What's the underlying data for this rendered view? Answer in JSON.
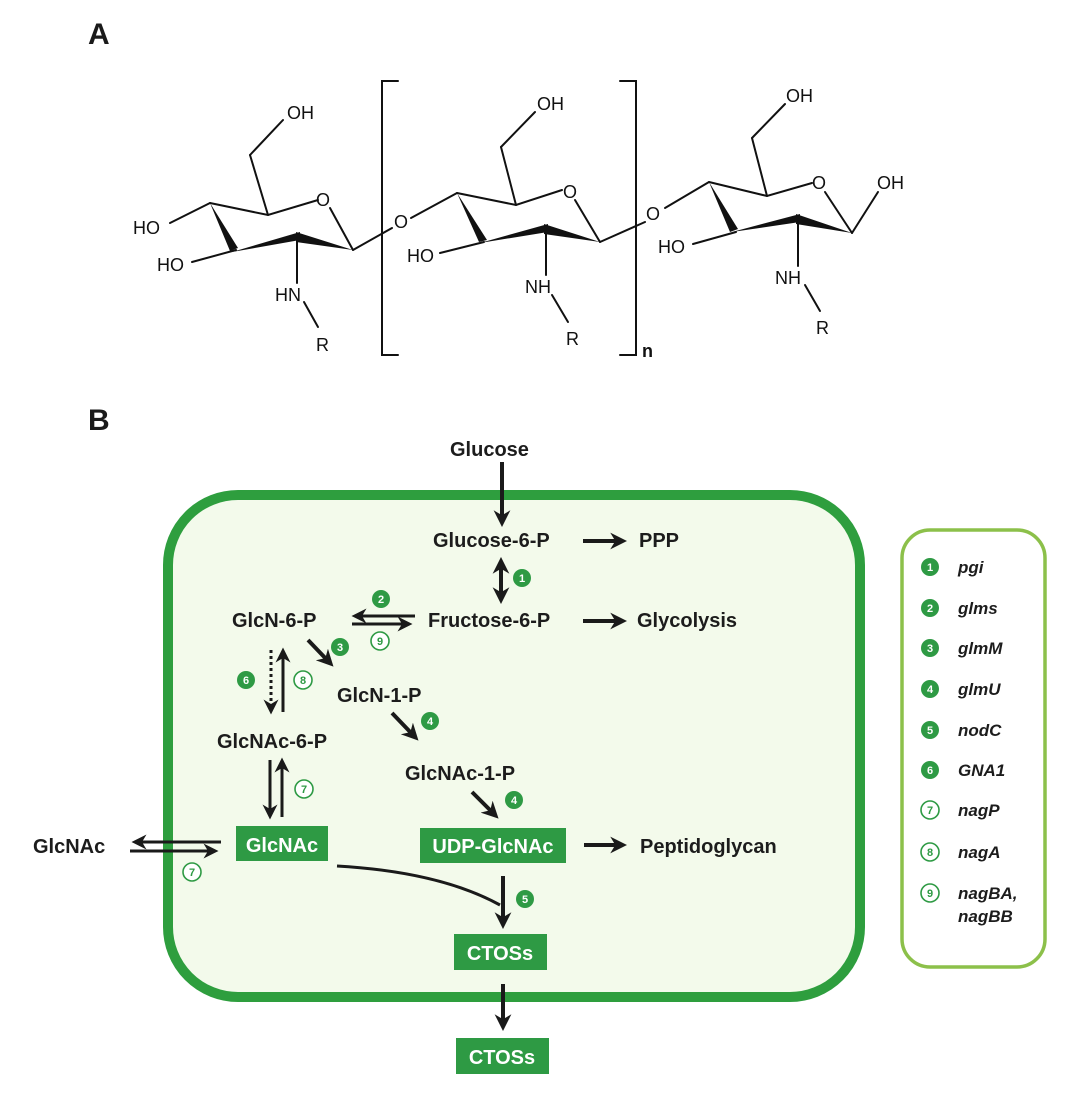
{
  "panels": {
    "a": {
      "label": "A",
      "structure": {
        "unit1": {
          "oh_top": "OH",
          "ho_left": "HO",
          "ho_low": "HO",
          "ring_o": "O",
          "amine": "HN",
          "r": "R"
        },
        "linker1": "O",
        "unit2": {
          "oh_top": "OH",
          "ho_low": "HO",
          "ring_o": "O",
          "amine": "NH",
          "r": "R"
        },
        "linker2": "O",
        "unit3": {
          "oh_top": "OH",
          "oh_right": "OH",
          "ho_low": "HO",
          "ring_o": "O",
          "amine": "NH",
          "r": "R"
        },
        "repeat_subscript": "n"
      }
    },
    "b": {
      "label": "B",
      "nodes": {
        "glucose": "Glucose",
        "glucose6p": "Glucose-6-P",
        "ppp": "PPP",
        "fructose6p": "Fructose-6-P",
        "glycolysis": "Glycolysis",
        "glcn6p": "GlcN-6-P",
        "glcn1p": "GlcN-1-P",
        "glcnac6p": "GlcNAc-6-P",
        "glcnac1p": "GlcNAc-1-P",
        "glcnac_ext": "GlcNAc",
        "glcnac_in": "GlcNAc",
        "udp_glcnac": "UDP-GlcNAc",
        "peptidoglycan": "Peptidoglycan",
        "ctoss_in": "CTOSs",
        "ctoss_out": "CTOSs"
      },
      "step_markers": {
        "s1": "1",
        "s2": "2",
        "s3": "3",
        "s4a": "4",
        "s4b": "4",
        "s5": "5",
        "s6": "6",
        "s7a": "7",
        "s7b": "7",
        "s8": "8",
        "s9": "9"
      },
      "legend": [
        {
          "num": "1",
          "gene": "pgi",
          "style": "filled"
        },
        {
          "num": "2",
          "gene": "glms",
          "style": "filled"
        },
        {
          "num": "3",
          "gene": "glmM",
          "style": "filled"
        },
        {
          "num": "4",
          "gene": "glmU",
          "style": "filled"
        },
        {
          "num": "5",
          "gene": "nodC",
          "style": "filled"
        },
        {
          "num": "6",
          "gene": "GNA1",
          "style": "filled"
        },
        {
          "num": "7",
          "gene": "nagP",
          "style": "outline"
        },
        {
          "num": "8",
          "gene": "nagA",
          "style": "outline"
        },
        {
          "num": "9",
          "gene": "nagBA,",
          "gene2": "nagBB",
          "style": "outline"
        }
      ]
    }
  },
  "colors": {
    "cell_border": "#2e9e3e",
    "cell_fill": "#f3faeb",
    "box_fill": "#2e9a44",
    "legend_border": "#8cc04a",
    "marker_green": "#2e9a44"
  }
}
